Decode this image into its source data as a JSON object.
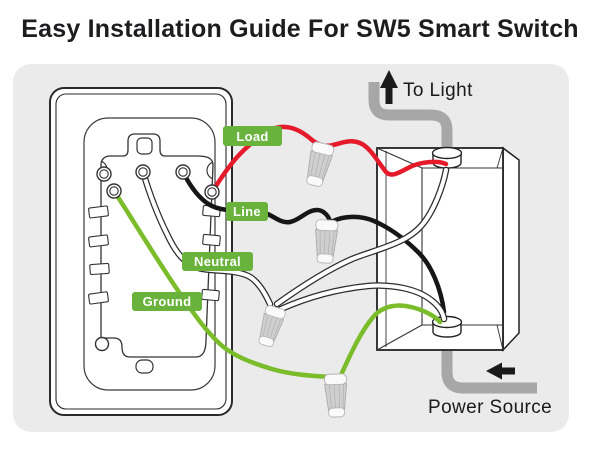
{
  "title": "Easy Installation Guide For SW5 Smart Switch",
  "wire_labels": {
    "load": "Load",
    "line": "Line",
    "neutral": "Neutral",
    "ground": "Ground"
  },
  "annotations": {
    "to_light": "To Light",
    "power_source": "Power Source"
  },
  "colors": {
    "load_wire": "#e51a2b",
    "line_wire": "#161616",
    "neutral_wire_fill": "#ffffff",
    "neutral_wire_outline": "#2b2b2b",
    "ground_wire": "#7abc29",
    "label_badge": "#69b23c",
    "conduit": "#a7a7a7",
    "panel_background": "#ebebeb"
  }
}
